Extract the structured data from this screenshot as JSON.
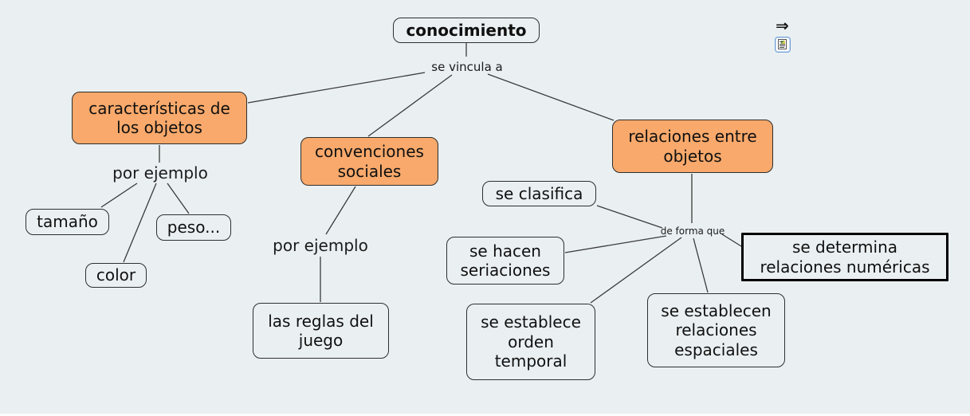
{
  "app": {
    "name": "concept-map-editor"
  },
  "palette": {
    "background": "#EAF0F2",
    "concept_fill": "#F8A96B",
    "node_border": "#2e2e2e",
    "selected_border": "#000000",
    "line_color": "#3a3a3a",
    "text_color": "#101010",
    "resource_icon_border": "#6f9fd8"
  },
  "nodes": {
    "conocimiento": {
      "label": "conocimiento"
    },
    "caracteristicas": {
      "label": "características de\nlos objetos"
    },
    "convenciones": {
      "label": "convenciones\nsociales"
    },
    "relaciones": {
      "label": "relaciones entre\nobjetos"
    },
    "tamano": {
      "label": "tamaño"
    },
    "peso": {
      "label": "peso..."
    },
    "color": {
      "label": "color"
    },
    "reglas": {
      "label": "las reglas del\njuego"
    },
    "clasifica": {
      "label": "se clasifica"
    },
    "seriaciones": {
      "label": "se hacen\nseriaciones"
    },
    "temporal": {
      "label": "se establece\norden\ntemporal"
    },
    "espaciales": {
      "label": "se establecen\nrelaciones\nespaciales"
    },
    "numericas": {
      "label": "se determina\nrelaciones numéricas"
    }
  },
  "link_labels": {
    "vincula": {
      "label": "se vincula a"
    },
    "ejemplo1": {
      "label": "por ejemplo"
    },
    "ejemplo2": {
      "label": "por ejemplo"
    },
    "deforma": {
      "label": "de forma que"
    }
  },
  "icons": {
    "resource_arrow": "⇒",
    "resource_doc": "document-resource-icon"
  }
}
